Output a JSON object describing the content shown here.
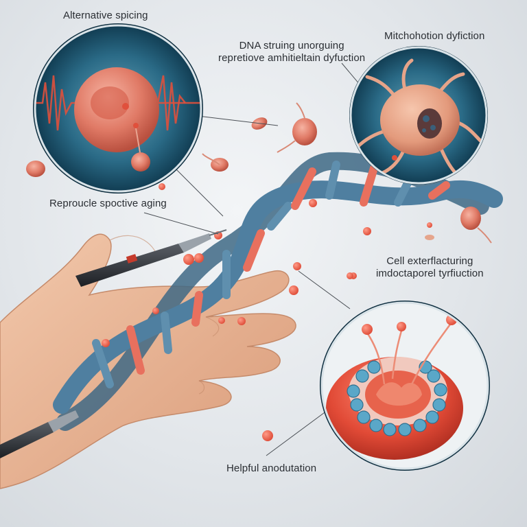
{
  "labels": {
    "alternative_splicing": "Alternative spicing",
    "dna_line1": "DNA struing unorguing",
    "dna_line2": "repretiove amhitieltain dyfuction",
    "mitochondria": "Mitchohotion dyfiction",
    "reproductive": "Reproucle spoctive aging",
    "cell_line1": "Cell exterflacturing",
    "cell_line2": "imdoctaporel tyrfiuction",
    "helpful": "Helpful anodutation"
  },
  "colors": {
    "background": "#e2e6ea",
    "dna_strand": "#4a7592",
    "dna_rung_accent": "#e8705e",
    "cell_pink": "#e8917c",
    "tissue_red": "#e0503c",
    "inset_teal": "#1f5a72",
    "skin": "#eab797"
  },
  "icons": {
    "hand": "human-hand-illustration",
    "pen": "scientific-pen-tool",
    "helix": "dna-double-helix",
    "inset_splicing": "cell-with-waveform-inset",
    "inset_mitochondria": "mitochondria-cell-inset",
    "inset_tissue": "tissue-cross-section-inset"
  }
}
